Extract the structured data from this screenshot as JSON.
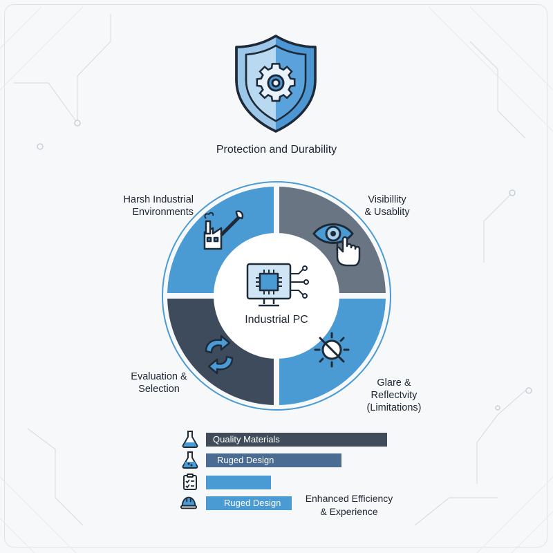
{
  "header": {
    "title": "Protection and Durability",
    "shield_icon": "shield-gear-icon"
  },
  "center": {
    "label": "Industrial PC",
    "icon": "monitor-chip-icon"
  },
  "segments": [
    {
      "label": "Harsh Industrial Environments",
      "lines": [
        "Harsh Industrial",
        "Environments"
      ],
      "icon": "factory-wrench-icon",
      "color": "#4a9ad4"
    },
    {
      "label": "Visibillity & Usablity",
      "lines": [
        "Visibillity",
        "& Usablity"
      ],
      "icon": "eye-touch-icon",
      "color": "#6a7583"
    },
    {
      "label": "Glare & Reflectvity (Limitations)",
      "lines": [
        "Glare &",
        "Reflectvity",
        "(Limitations)"
      ],
      "icon": "no-glare-icon",
      "color": "#4a9ad4"
    },
    {
      "label": "Evaluation & Selection",
      "lines": [
        "Evaluation &",
        "Selection"
      ],
      "icon": "cycle-arrows-icon",
      "color": "#3d4b5c"
    }
  ],
  "bars": [
    {
      "label": "Quality Materials",
      "icon": "flask-icon",
      "color": "#414c5b"
    },
    {
      "label": "Ruged Design",
      "icon": "flask-icon",
      "color": "#4a6b92"
    },
    {
      "label": "",
      "icon": "checklist-icon",
      "color": "#4a9ad4"
    },
    {
      "label": "Ruged Design",
      "icon": "hard-hat-icon",
      "color": "#4a9ad4"
    }
  ],
  "side_note": {
    "lines": [
      "Enhanced Efficiency",
      "& Experience"
    ]
  },
  "colors": {
    "accent_blue": "#4a9ad4",
    "slate": "#6a7583",
    "dark_slate": "#3d4b5c",
    "navy_bar": "#414c5b"
  }
}
